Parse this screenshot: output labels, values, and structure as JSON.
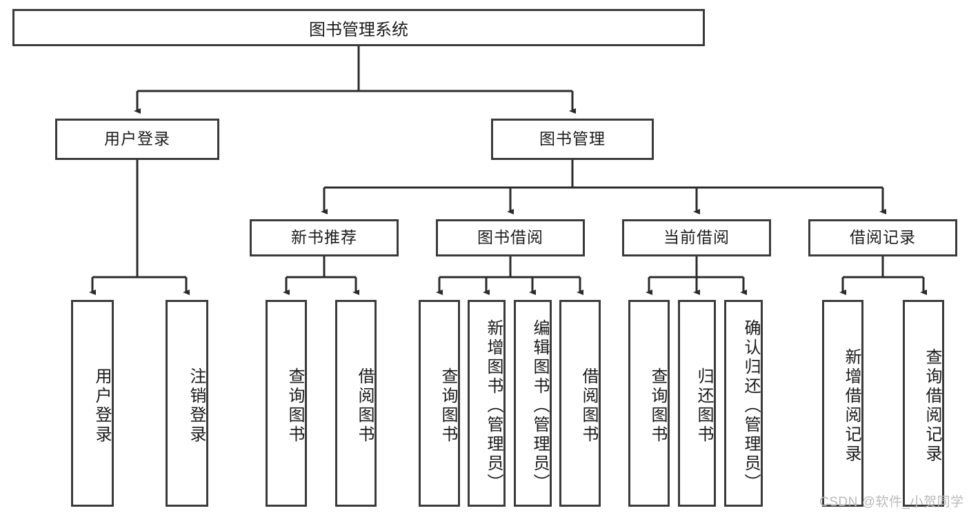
{
  "diagram": {
    "title": "图书管理系统",
    "watermark": "CSDN @软件_小贺同学",
    "type": "tree-hierarchy-diagram",
    "colors": {
      "box_border": "#3a3a3a",
      "box_fill": "#ffffff",
      "edge": "#2b2b2b",
      "text": "#1a1a1a",
      "watermark": "#b9b9b9"
    },
    "levels": {
      "root": {
        "label": "图书管理系统"
      },
      "level2": [
        {
          "id": "user-login",
          "label": "用户登录"
        },
        {
          "id": "book-manage",
          "label": "图书管理"
        }
      ],
      "level3": [
        {
          "id": "new-book-recommend",
          "label": "新书推荐"
        },
        {
          "id": "book-borrow",
          "label": "图书借阅"
        },
        {
          "id": "current-borrow",
          "label": "当前借阅"
        },
        {
          "id": "borrow-record",
          "label": "借阅记录"
        }
      ],
      "leaves": {
        "user-login": [
          {
            "id": "leaf-user-login",
            "label": "用户登录"
          },
          {
            "id": "leaf-logout-login",
            "label": "注销登录"
          }
        ],
        "new-book-recommend": [
          {
            "id": "leaf-query-book-1",
            "label": "查询图书"
          },
          {
            "id": "leaf-borrow-book-1",
            "label": "借阅图书"
          }
        ],
        "book-borrow": [
          {
            "id": "leaf-query-book-2",
            "label": "查询图书"
          },
          {
            "id": "leaf-add-book",
            "label": "新增图书（管理员）"
          },
          {
            "id": "leaf-edit-book",
            "label": "编辑图书（管理员）"
          },
          {
            "id": "leaf-borrow-book-2",
            "label": "借阅图书"
          }
        ],
        "current-borrow": [
          {
            "id": "leaf-query-book-3",
            "label": "查询图书"
          },
          {
            "id": "leaf-return-book",
            "label": "归还图书"
          },
          {
            "id": "leaf-confirm-return",
            "label": "确认归还（管理员）"
          }
        ],
        "borrow-record": [
          {
            "id": "leaf-add-record",
            "label": "新增借阅记录"
          },
          {
            "id": "leaf-query-record",
            "label": "查询借阅记录"
          }
        ]
      }
    }
  }
}
